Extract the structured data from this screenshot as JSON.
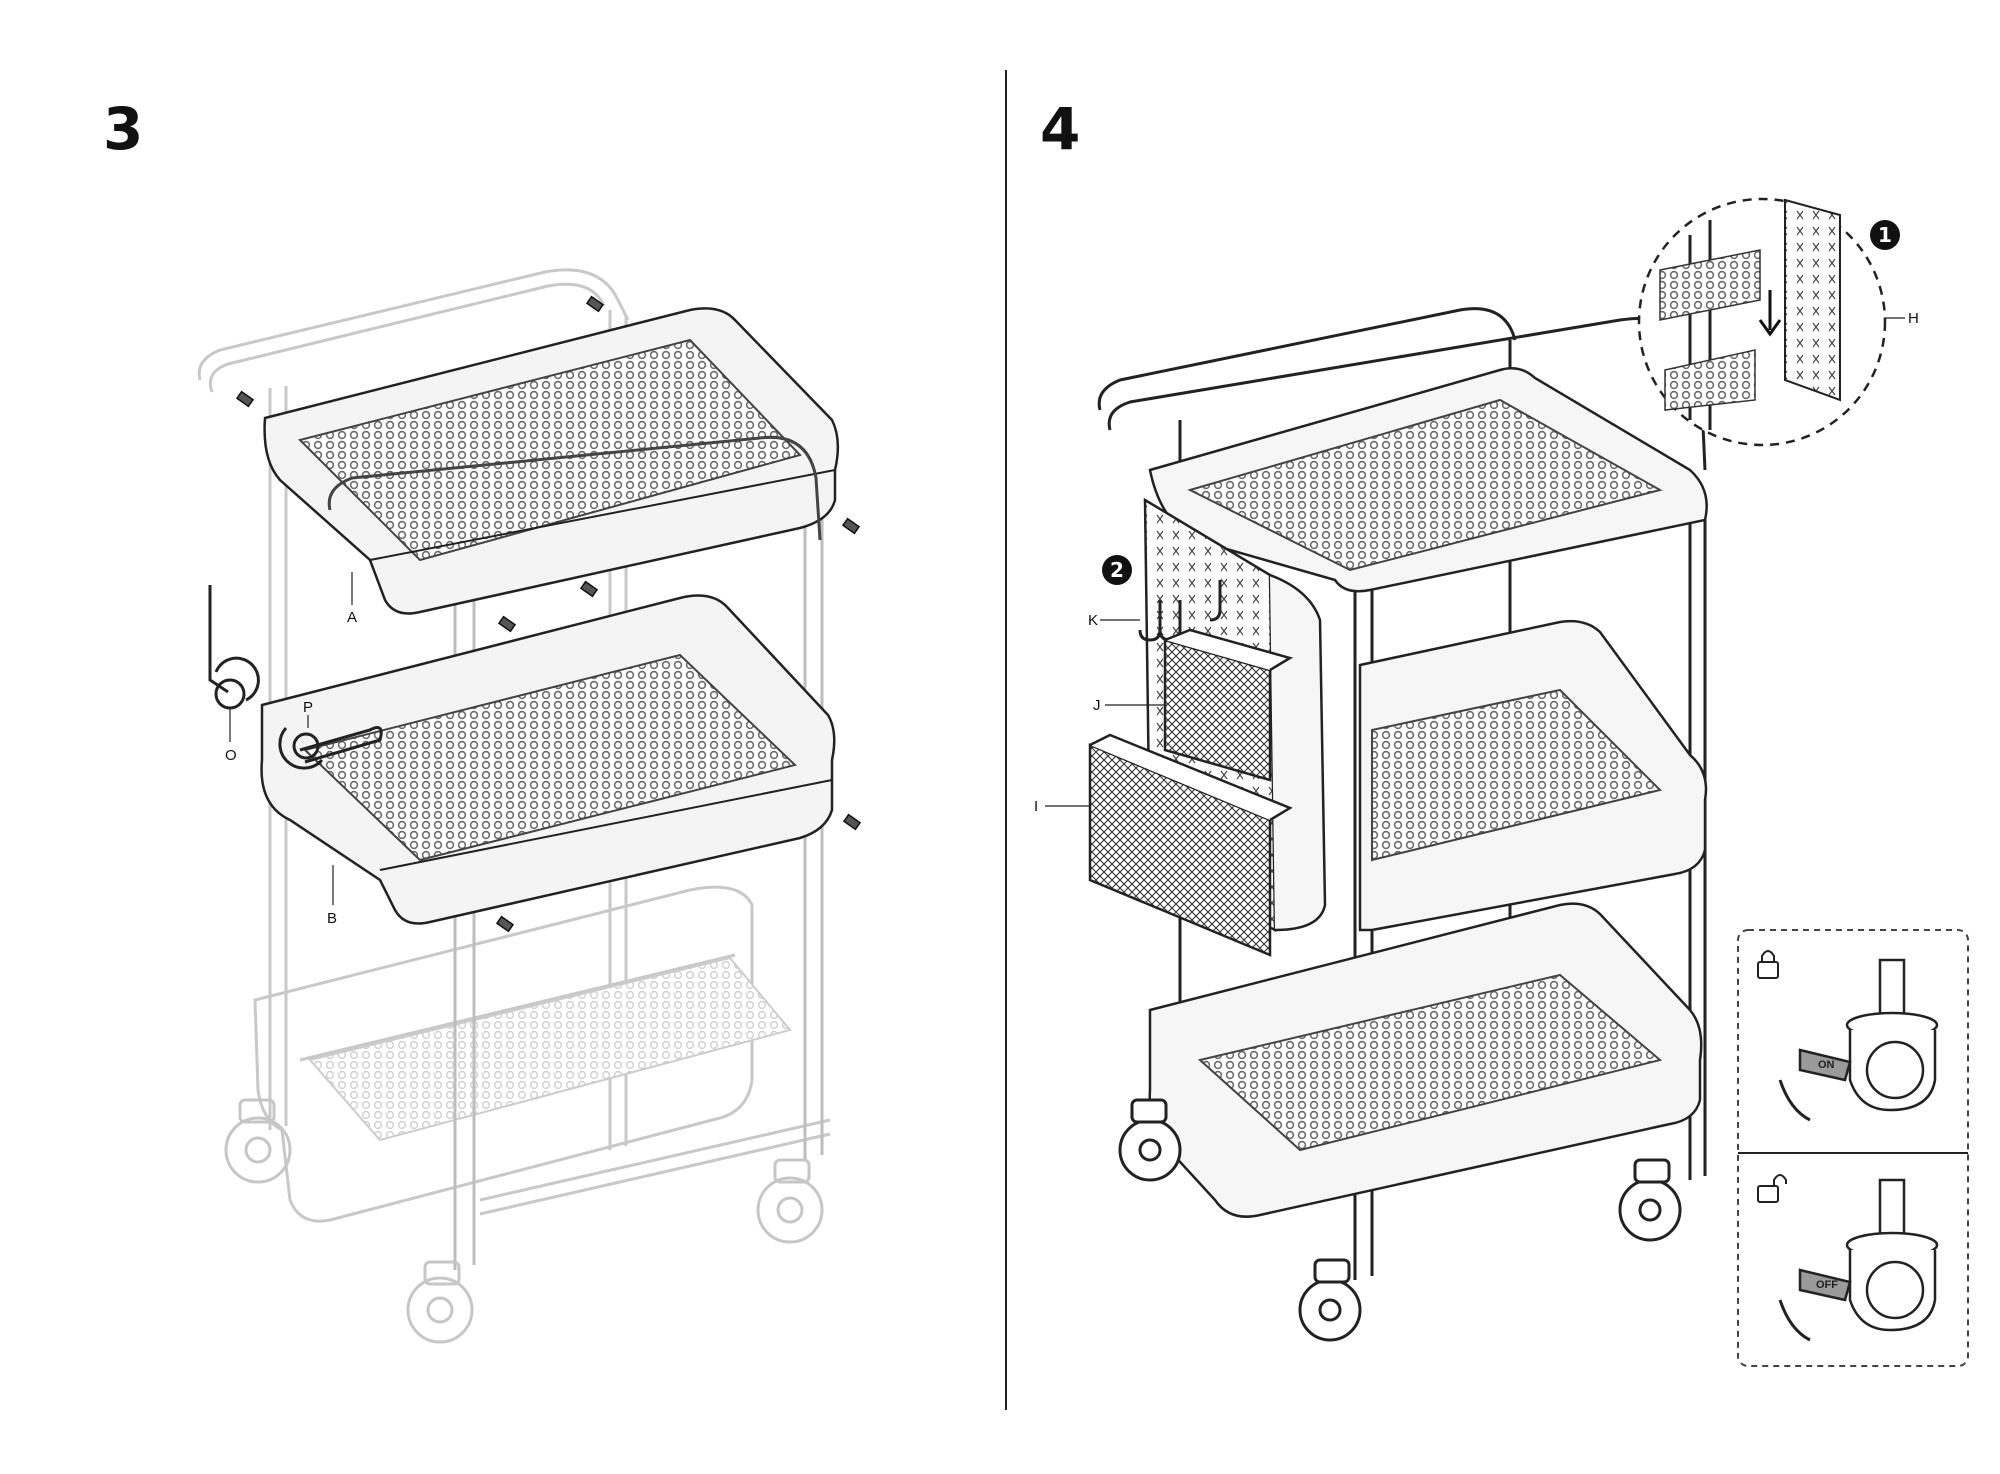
{
  "steps": [
    {
      "number": "3",
      "part_labels": {
        "A": "A",
        "B": "B",
        "O": "O",
        "P": "P"
      }
    },
    {
      "number": "4",
      "part_labels": {
        "H": "H",
        "I": "I",
        "J": "J",
        "K": "K"
      },
      "sub_steps": [
        "1",
        "2"
      ],
      "caster_panel": {
        "locked_icon": "padlock-closed-icon",
        "unlocked_icon": "padlock-open-icon",
        "pedal_text_locked": "ON",
        "pedal_text_unlocked": "OFF"
      }
    }
  ],
  "colors": {
    "line": "#222222",
    "faded_line": "#c4c4c4",
    "mesh": "#8a8a8a",
    "badge": "#111111"
  }
}
